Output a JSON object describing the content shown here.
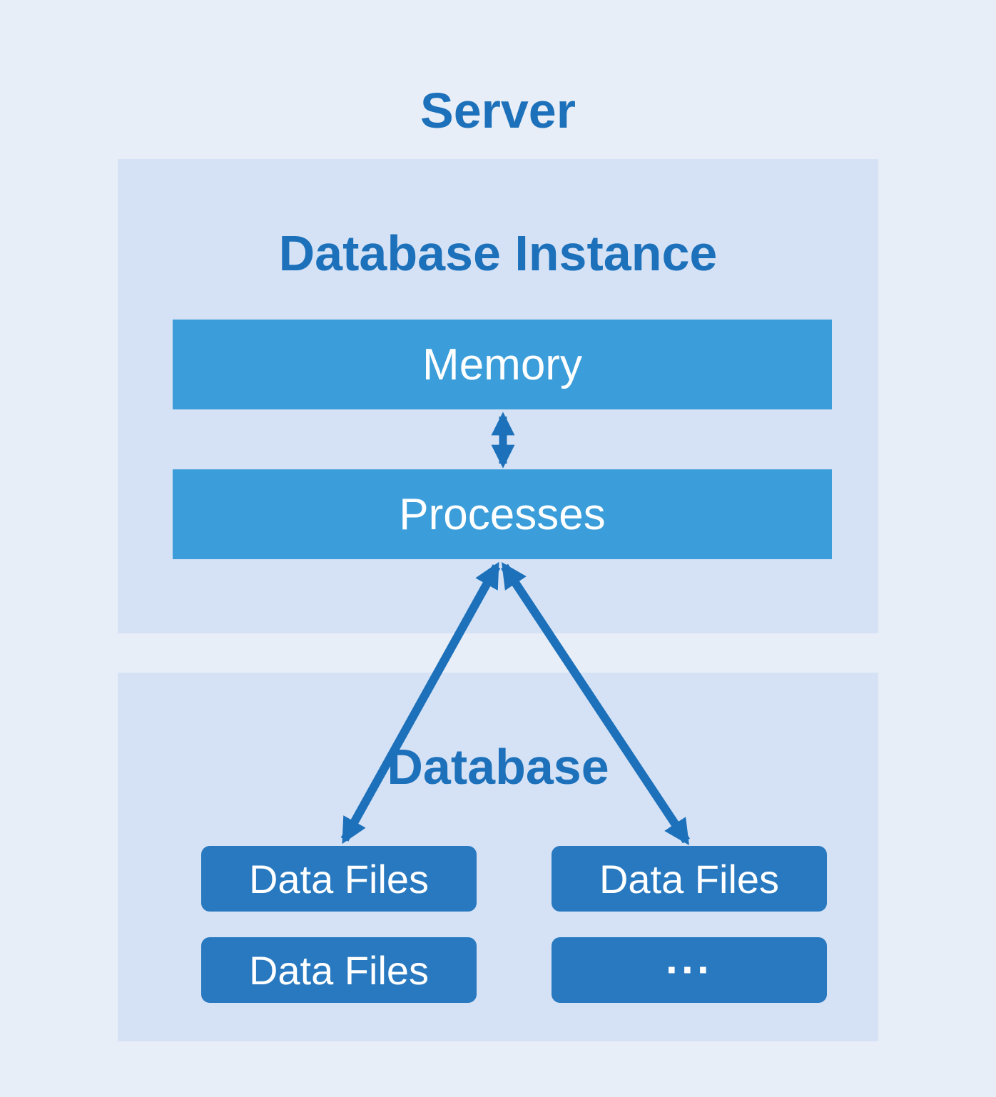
{
  "page": {
    "title": "Server"
  },
  "colors": {
    "background": "#e8eef7",
    "panel": "#d5e2f6",
    "bar": "#3b9eda",
    "box": "#2879c0",
    "accent": "#1d71ba",
    "label_text": "#ffffff"
  },
  "instance_panel": {
    "title": "Database Instance",
    "memory_label": "Memory",
    "processes_label": "Processes"
  },
  "database_panel": {
    "title": "Database",
    "boxes": [
      "Data Files",
      "Data Files",
      "Data Files",
      "···"
    ]
  }
}
